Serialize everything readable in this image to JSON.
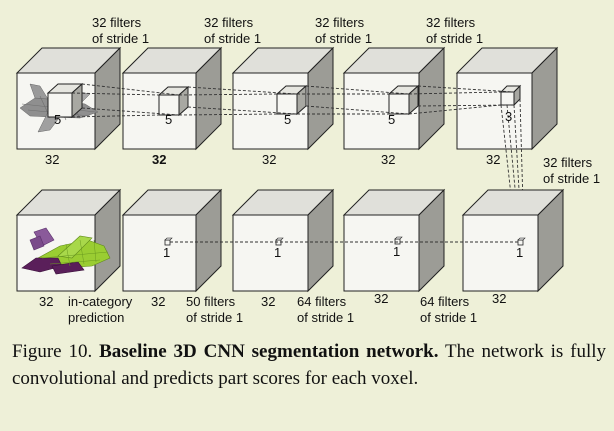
{
  "top_filter_labels": [
    {
      "line1": "32 filters",
      "line2": "of stride 1"
    },
    {
      "line1": "32 filters",
      "line2": "of stride 1"
    },
    {
      "line1": "32 filters",
      "line2": "of stride 1"
    },
    {
      "line1": "32 filters",
      "line2": "of stride 1"
    }
  ],
  "top_cube_sizes": [
    "32",
    "32",
    "32",
    "32",
    "32"
  ],
  "top_kernel_sizes": [
    "5",
    "5",
    "5",
    "5",
    "3"
  ],
  "right_filter_label": {
    "line1": "32 filters",
    "line2": "of stride 1"
  },
  "bottom_kernel_sizes": [
    "1",
    "1",
    "1",
    "1"
  ],
  "bottom_cube_sizes": [
    "32",
    "32",
    "32",
    "32",
    "32"
  ],
  "bottom_labels": {
    "prediction": {
      "line1": "in-category",
      "line2": "prediction"
    },
    "filters": [
      {
        "line1": "50 filters",
        "line2": "of stride 1"
      },
      {
        "line1": "64 filters",
        "line2": "of stride 1"
      },
      {
        "line1": "64 filters",
        "line2": "of stride 1"
      }
    ]
  },
  "caption": {
    "label": "Figure 10.",
    "title": "Baseline 3D CNN segmentation network.",
    "body": "The network is fully convolutional and predicts part scores for each voxel."
  },
  "colors": {
    "cube_front": "#f6f6f2",
    "cube_top": "#e0e0da",
    "cube_side": "#9c9c96",
    "airplane_gray": "#8f8f8f",
    "airplane_green": "#9acd32",
    "airplane_purple": "#5a1f5a",
    "airplane_violet": "#8a5a9a"
  }
}
